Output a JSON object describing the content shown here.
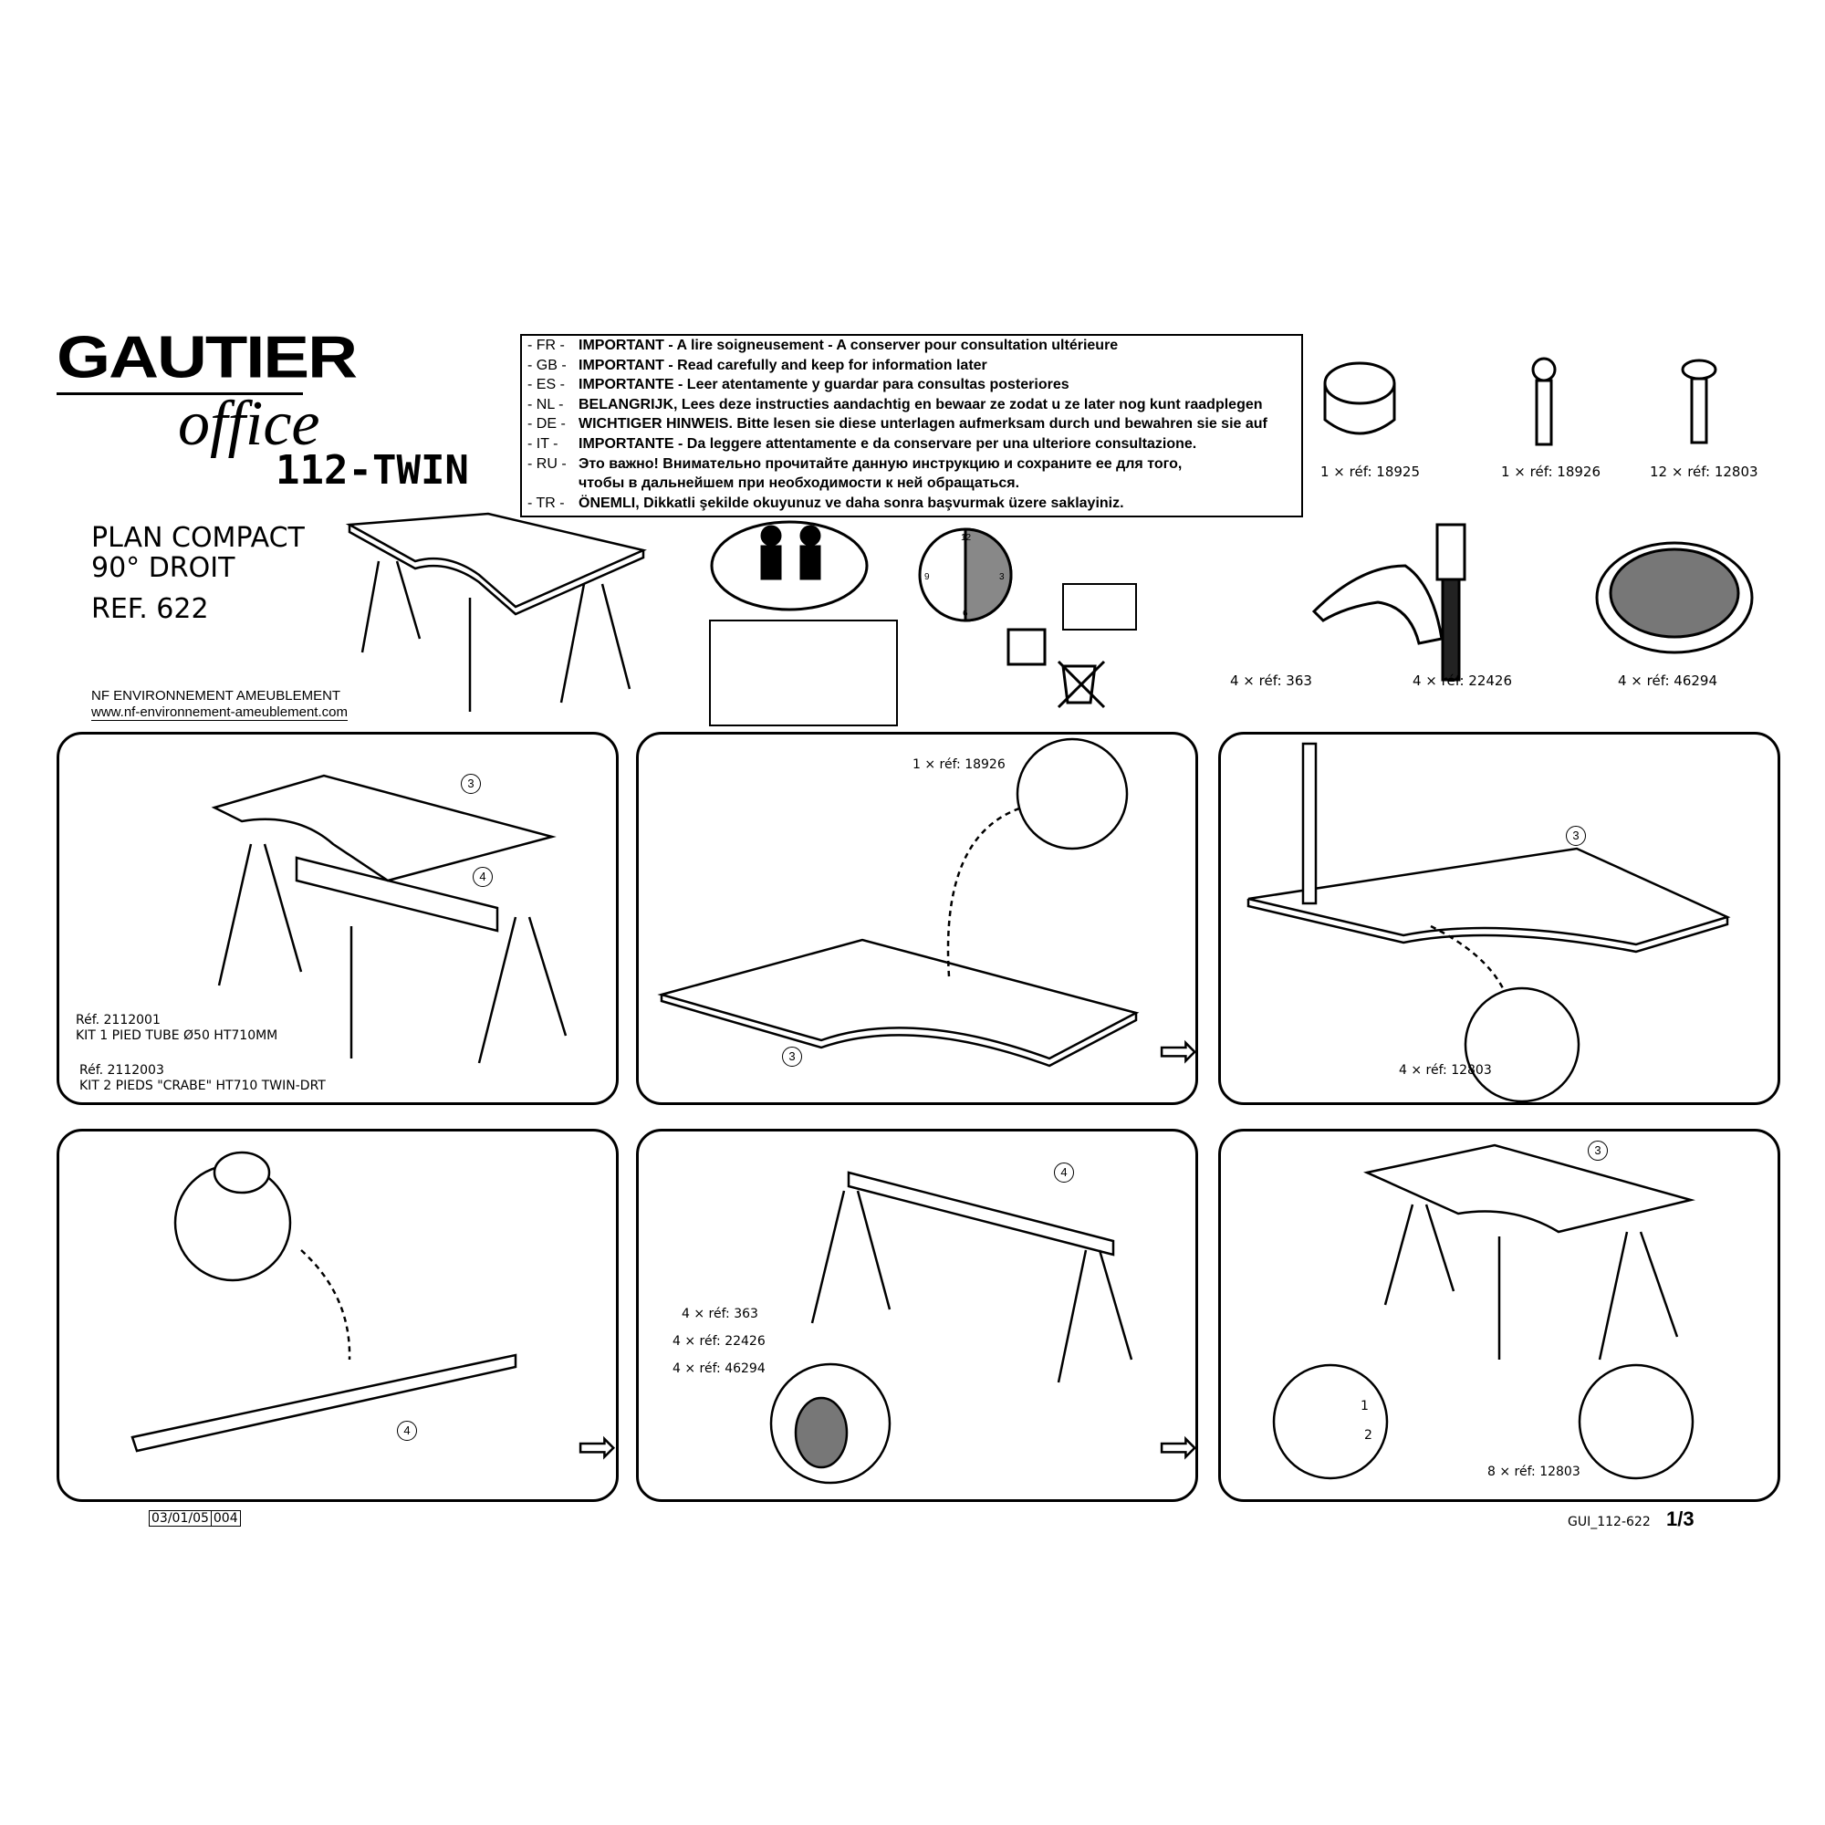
{
  "brand": {
    "name": "GAUTIER",
    "sub": "office",
    "model": "112-TWIN"
  },
  "product": {
    "line1": "PLAN COMPACT",
    "line2": "90° DROIT",
    "ref": "REF. 622"
  },
  "nf": {
    "label": "NF ENVIRONNEMENT AMEUBLEMENT",
    "url": "www.nf-environnement-ameublement.com"
  },
  "notice": [
    {
      "code": "- FR -",
      "text": "IMPORTANT - A lire soigneusement - A conserver pour consultation ultérieure"
    },
    {
      "code": "- GB -",
      "text": "IMPORTANT - Read carefully and keep for information later"
    },
    {
      "code": "- ES -",
      "text": "IMPORTANTE - Leer atentamente y guardar para consultas posteriores"
    },
    {
      "code": "- NL -",
      "text": "BELANGRIJK, Lees deze instructies aandachtig en bewaar ze zodat u ze later nog kunt raadplegen"
    },
    {
      "code": "- DE -",
      "text": "WICHTIGER HINWEIS. Bitte lesen sie diese unterlagen aufmerksam durch und bewahren sie sie auf"
    },
    {
      "code": "-  IT  -",
      "text": "IMPORTANTE - Da leggere attentamente e da conservare per una ulteriore consultazione."
    },
    {
      "code": "- RU -",
      "text": "Это важно! Внимательно прочитайте данную инструкцию и сохраните ее для того,"
    },
    {
      "code": "",
      "text": "чтобы в дальнейшем при необходимости к ней обращаться."
    },
    {
      "code": "- TR -",
      "text": "ÖNEMLI, Dikkatli şekilde okuyunuz ve daha sonra başvurmak üzere saklayiniz."
    }
  ],
  "hardware": [
    {
      "label": "1 × réf: 18925"
    },
    {
      "label": "1 × réf: 18926"
    },
    {
      "label": "12 × réf: 12803"
    },
    {
      "label": "4 × réf: 363"
    },
    {
      "label": "4 × réf: 22426"
    },
    {
      "label": "4 × réf: 46294"
    }
  ],
  "panels": {
    "p1": {
      "ref1": "Réf. 2112001",
      "kit1": "KIT 1 PIED TUBE Ø50 HT710MM",
      "ref2": "Réf. 2112003",
      "kit2": "KIT 2 PIEDS \"CRABE\" HT710 TWIN-DRT",
      "c3": "3",
      "c4": "4"
    },
    "p2": {
      "label": "1 × réf: 18926",
      "c3": "3"
    },
    "p3": {
      "label": "4 × réf: 12803",
      "c3": "3"
    },
    "p4": {
      "c4": "4"
    },
    "p5": {
      "l1": "4 × réf: 363",
      "l2": "4 × réf: 22426",
      "l3": "4 × réf: 46294",
      "c4": "4"
    },
    "p6": {
      "label": "8 × réf: 12803",
      "c3": "3",
      "n1": "1",
      "n2": "2"
    }
  },
  "clock": {
    "n12": "12",
    "n3": "3",
    "n6": "6",
    "n9": "9"
  },
  "footer": {
    "date": "03/01/05",
    "code": "004",
    "doc": "GUI_112-622",
    "page": "1/3"
  }
}
